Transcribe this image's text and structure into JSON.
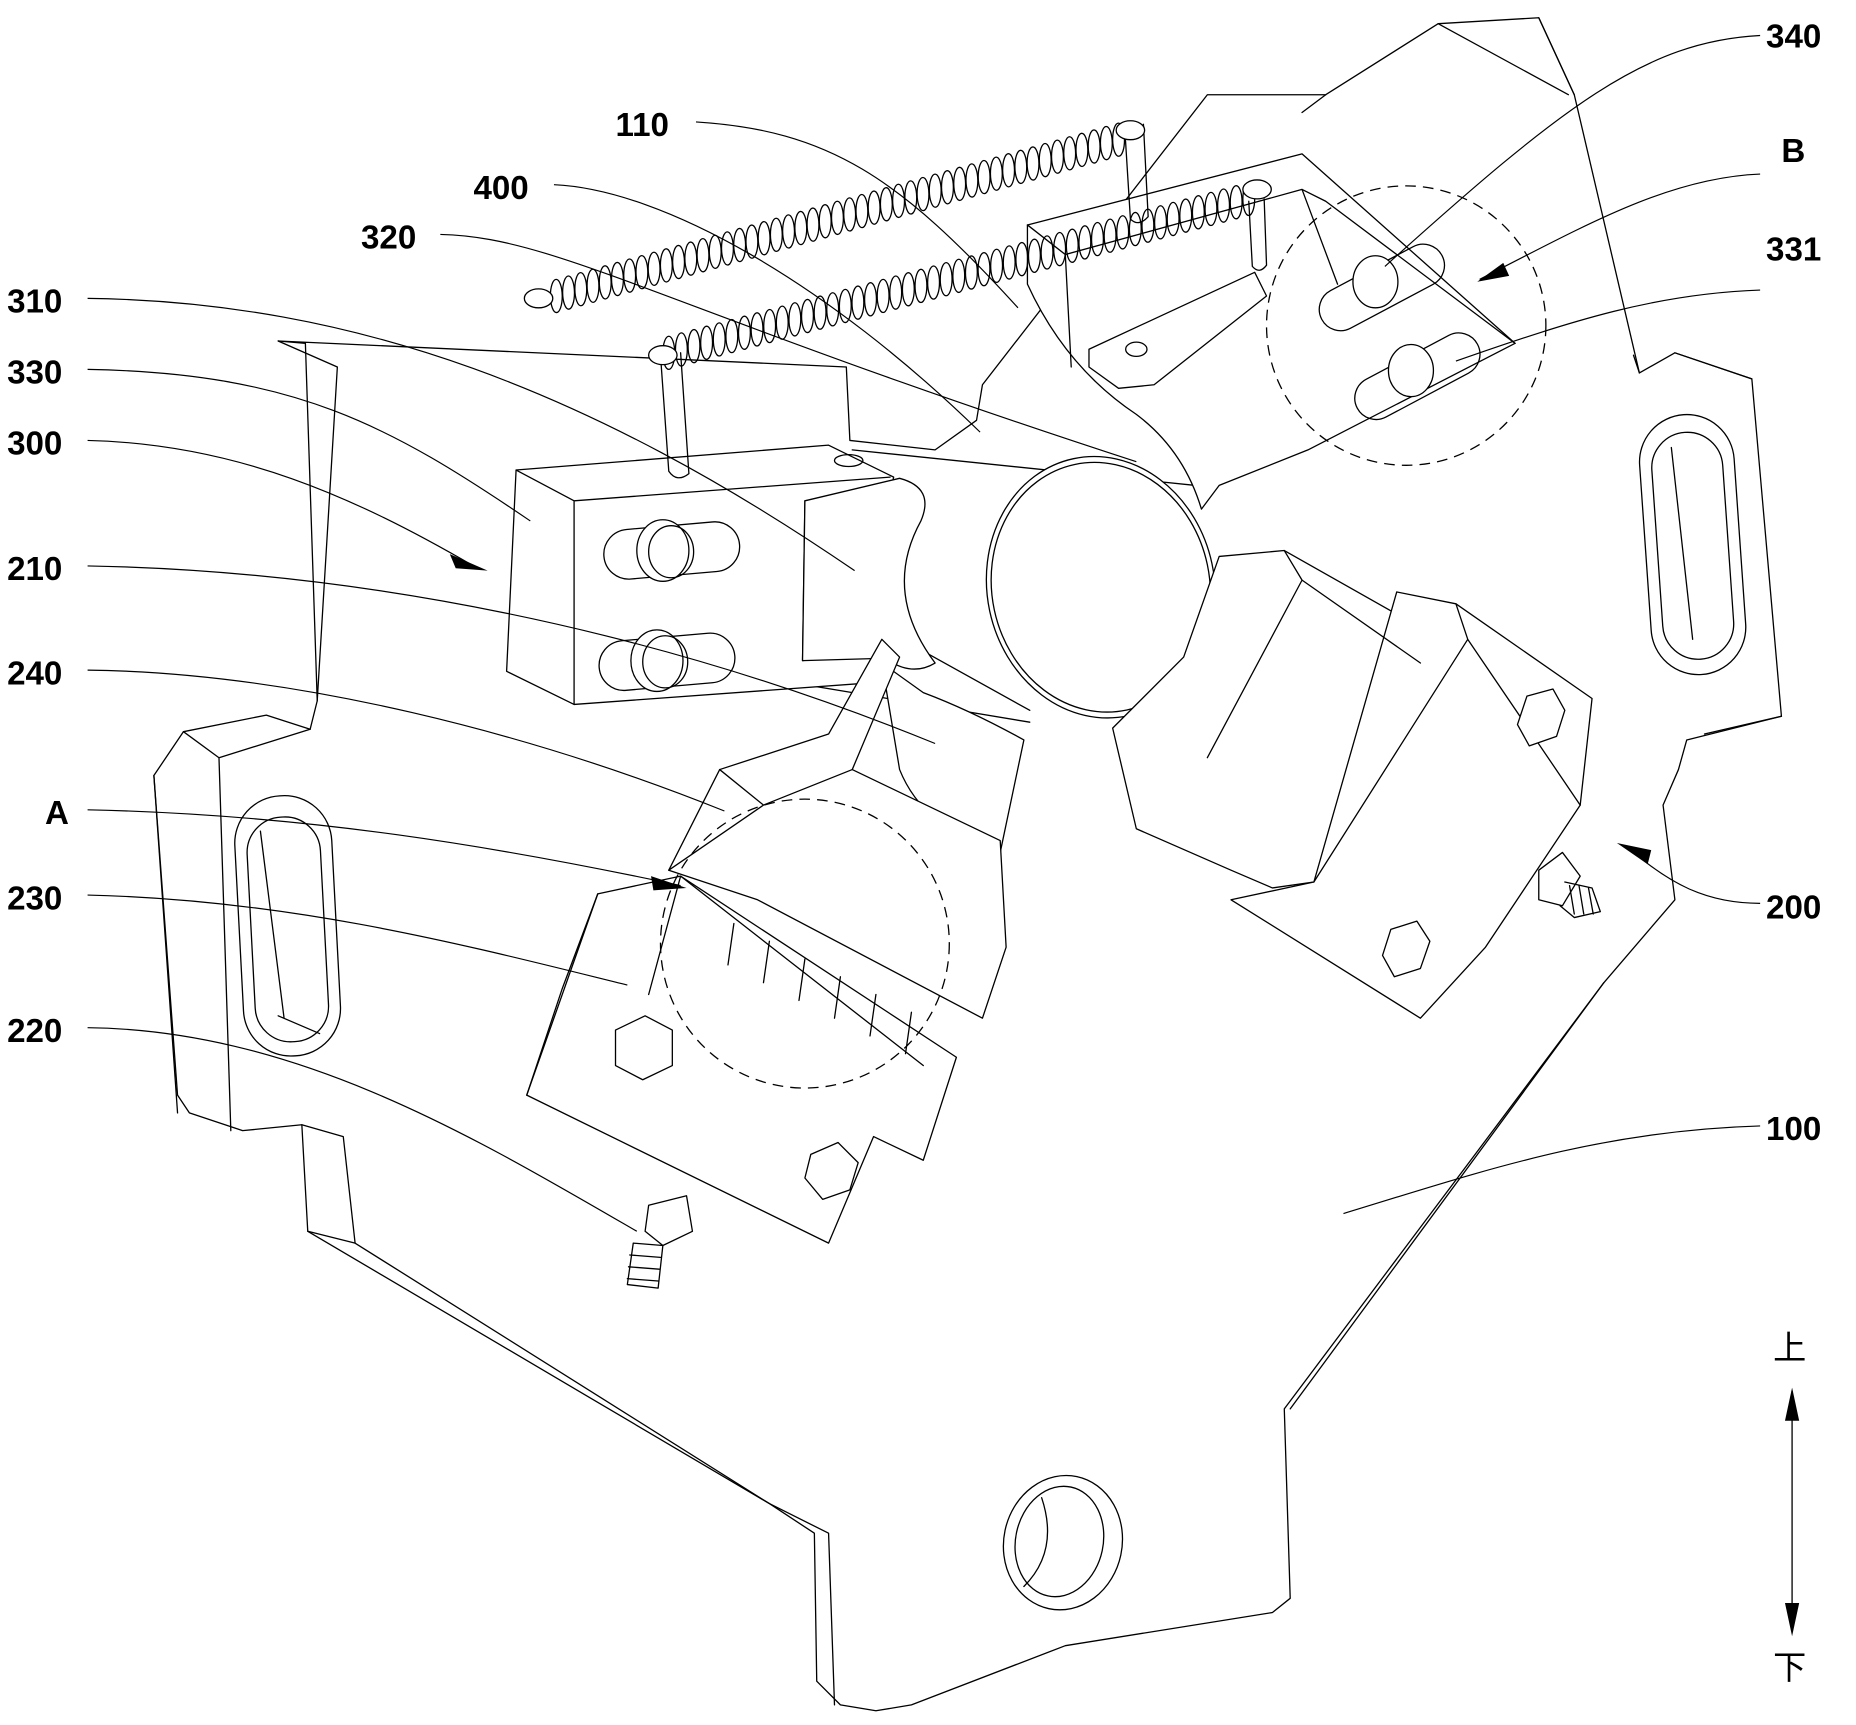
{
  "figure": {
    "type": "patent-style isometric line drawing",
    "description": "Pipe clamping fixture with base plate, two V-roller clamp assemblies and tension springs"
  },
  "callouts": [
    {
      "id": "c110",
      "text": "110",
      "side": "top"
    },
    {
      "id": "c400",
      "text": "400",
      "side": "top"
    },
    {
      "id": "c320",
      "text": "320",
      "side": "top"
    },
    {
      "id": "c310",
      "text": "310",
      "side": "left"
    },
    {
      "id": "c330",
      "text": "330",
      "side": "left"
    },
    {
      "id": "c300",
      "text": "300",
      "side": "left"
    },
    {
      "id": "c210",
      "text": "210",
      "side": "left"
    },
    {
      "id": "c240",
      "text": "240",
      "side": "left"
    },
    {
      "id": "cA",
      "text": "A",
      "side": "left"
    },
    {
      "id": "c230",
      "text": "230",
      "side": "left"
    },
    {
      "id": "c220",
      "text": "220",
      "side": "left"
    },
    {
      "id": "c340",
      "text": "340",
      "side": "right"
    },
    {
      "id": "cB",
      "text": "B",
      "side": "right"
    },
    {
      "id": "c331",
      "text": "331",
      "side": "right"
    },
    {
      "id": "c200",
      "text": "200",
      "side": "right"
    },
    {
      "id": "c100",
      "text": "100",
      "side": "right"
    }
  ],
  "direction_indicator": {
    "up_label": "上",
    "down_label": "下"
  }
}
